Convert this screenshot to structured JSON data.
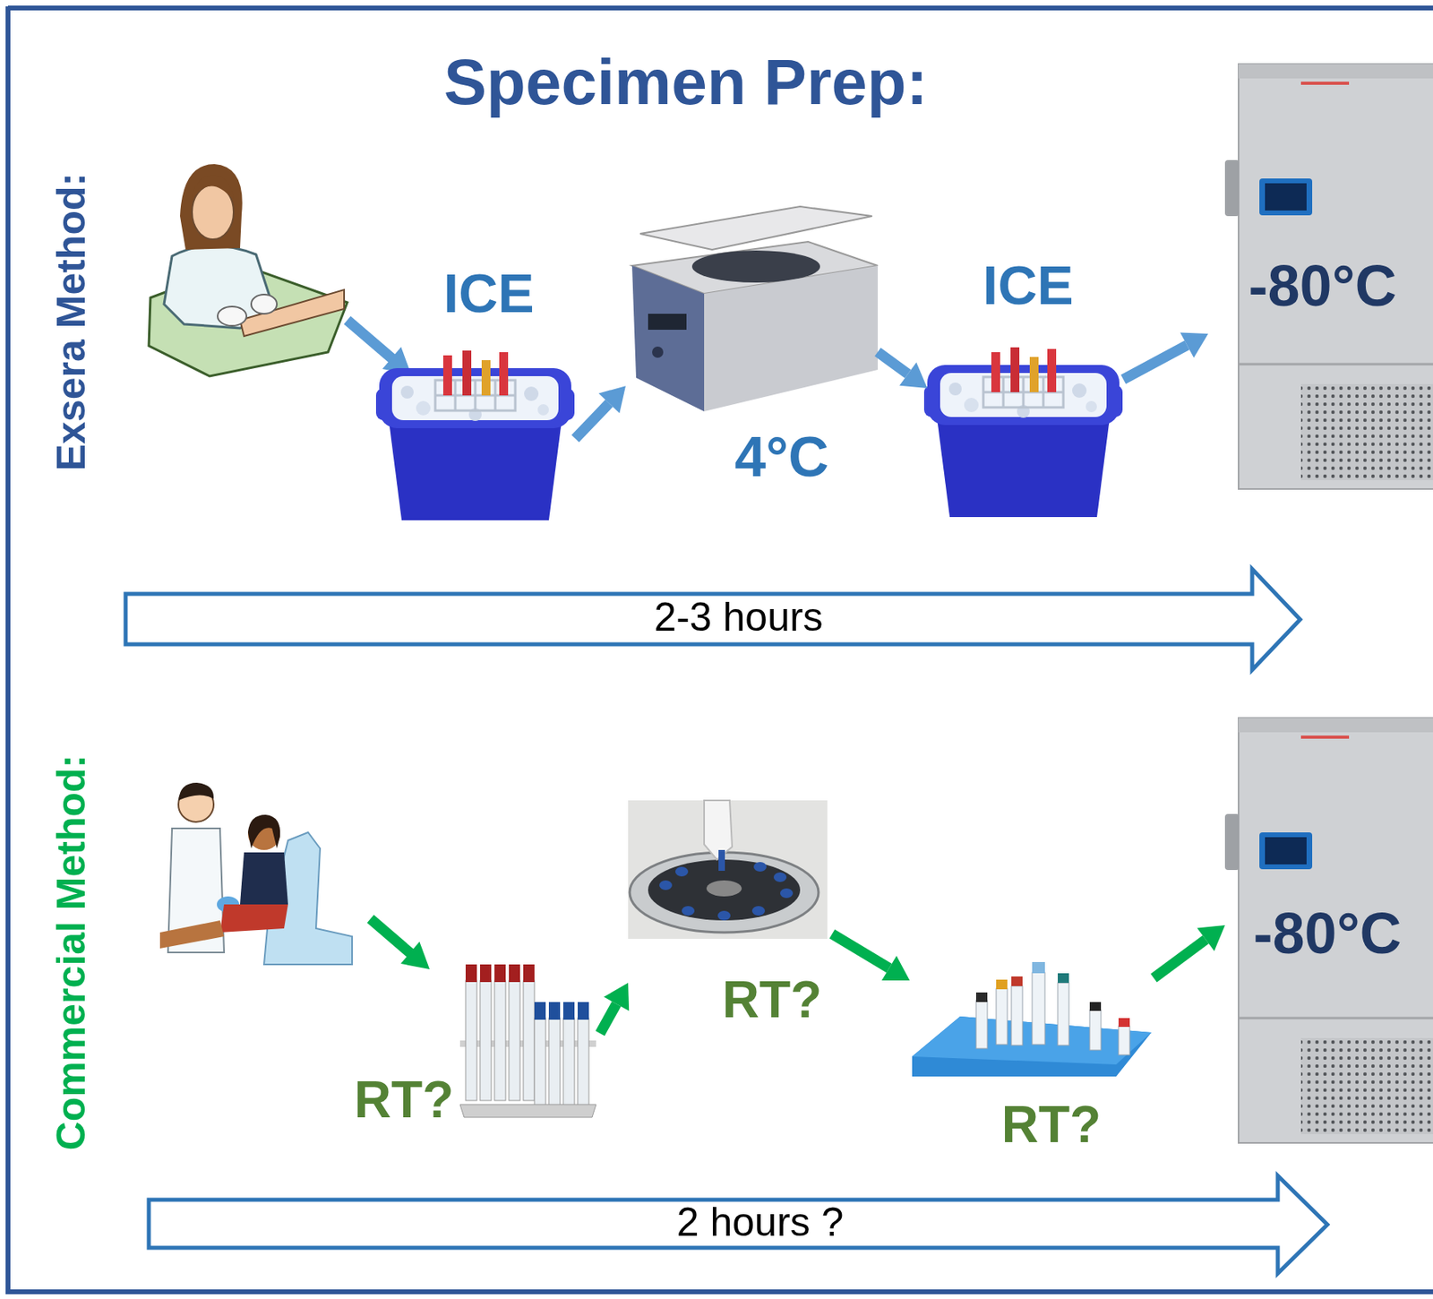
{
  "diagram": {
    "title": "Specimen Prep:",
    "nodes": [
      {
        "text": [
          "ICE"
        ]
      },
      {
        "text": [
          "4°C"
        ]
      },
      {
        "text": [
          "ICE"
        ]
      },
      {
        "text": [
          "-80°C"
        ]
      },
      {
        "text": [
          "2-3 hours"
        ]
      },
      {
        "text": [
          "RT?"
        ]
      },
      {
        "text": [
          "RT?"
        ]
      },
      {
        "text": [
          "RT?"
        ]
      },
      {
        "text": [
          "-80°C"
        ]
      },
      {
        "text": [
          "2 hours ?"
        ]
      }
    ],
    "edges": [
      {
        "from": 0,
        "to": 1,
        "arrow": "to"
      },
      {
        "from": 1,
        "to": 2,
        "arrow": "to"
      },
      {
        "from": 2,
        "to": 3,
        "arrow": "to"
      },
      {
        "from": 5,
        "to": 6,
        "arrow": "to"
      },
      {
        "from": 6,
        "to": 7,
        "arrow": "to"
      },
      {
        "from": 7,
        "to": 8,
        "arrow": "to"
      }
    ],
    "labels": [
      "Exsera Method:",
      "Commercial Method:"
    ]
  }
}
